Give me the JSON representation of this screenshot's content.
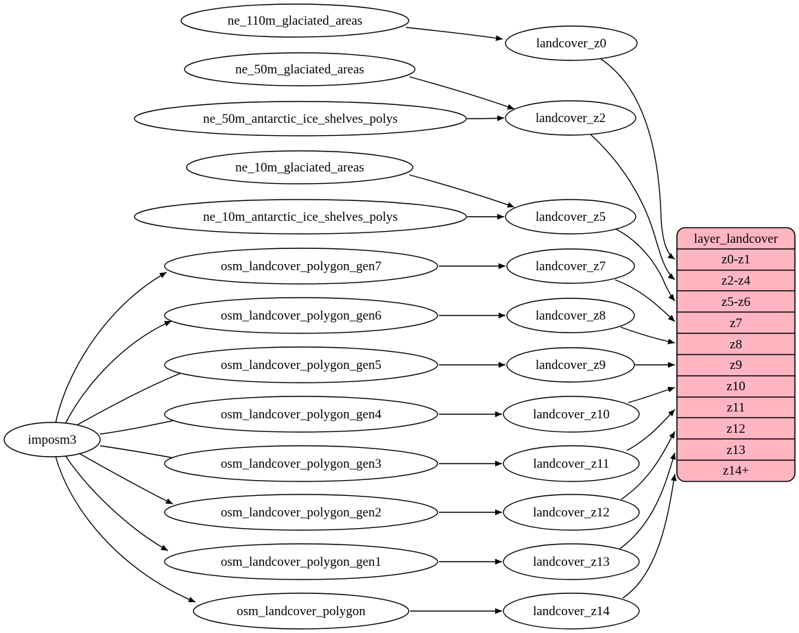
{
  "diagram": {
    "type": "graphviz-flow",
    "nodes": {
      "imposm3": "imposm3",
      "ne_110m_glaciated_areas": "ne_110m_glaciated_areas",
      "ne_50m_glaciated_areas": "ne_50m_glaciated_areas",
      "ne_50m_antarctic_ice_shelves_polys": "ne_50m_antarctic_ice_shelves_polys",
      "ne_10m_glaciated_areas": "ne_10m_glaciated_areas",
      "ne_10m_antarctic_ice_shelves_polys": "ne_10m_antarctic_ice_shelves_polys",
      "osm_landcover_polygon_gen7": "osm_landcover_polygon_gen7",
      "osm_landcover_polygon_gen6": "osm_landcover_polygon_gen6",
      "osm_landcover_polygon_gen5": "osm_landcover_polygon_gen5",
      "osm_landcover_polygon_gen4": "osm_landcover_polygon_gen4",
      "osm_landcover_polygon_gen3": "osm_landcover_polygon_gen3",
      "osm_landcover_polygon_gen2": "osm_landcover_polygon_gen2",
      "osm_landcover_polygon_gen1": "osm_landcover_polygon_gen1",
      "osm_landcover_polygon": "osm_landcover_polygon",
      "landcover_z0": "landcover_z0",
      "landcover_z2": "landcover_z2",
      "landcover_z5": "landcover_z5",
      "landcover_z7": "landcover_z7",
      "landcover_z8": "landcover_z8",
      "landcover_z9": "landcover_z9",
      "landcover_z10": "landcover_z10",
      "landcover_z11": "landcover_z11",
      "landcover_z12": "landcover_z12",
      "landcover_z13": "landcover_z13",
      "landcover_z14": "landcover_z14"
    },
    "table": {
      "title": "layer_landcover",
      "rows": [
        "z0-z1",
        "z2-z4",
        "z5-z6",
        "z7",
        "z8",
        "z9",
        "z10",
        "z11",
        "z12",
        "z13",
        "z14+"
      ]
    },
    "edges": [
      {
        "from": "ne_110m_glaciated_areas",
        "to": "landcover_z0"
      },
      {
        "from": "ne_50m_glaciated_areas",
        "to": "landcover_z2"
      },
      {
        "from": "ne_50m_antarctic_ice_shelves_polys",
        "to": "landcover_z2"
      },
      {
        "from": "ne_10m_glaciated_areas",
        "to": "landcover_z5"
      },
      {
        "from": "ne_10m_antarctic_ice_shelves_polys",
        "to": "landcover_z5"
      },
      {
        "from": "imposm3",
        "to": "osm_landcover_polygon_gen7"
      },
      {
        "from": "imposm3",
        "to": "osm_landcover_polygon_gen6"
      },
      {
        "from": "imposm3",
        "to": "osm_landcover_polygon_gen5"
      },
      {
        "from": "imposm3",
        "to": "osm_landcover_polygon_gen4"
      },
      {
        "from": "imposm3",
        "to": "osm_landcover_polygon_gen3"
      },
      {
        "from": "imposm3",
        "to": "osm_landcover_polygon_gen2"
      },
      {
        "from": "imposm3",
        "to": "osm_landcover_polygon_gen1"
      },
      {
        "from": "imposm3",
        "to": "osm_landcover_polygon"
      },
      {
        "from": "osm_landcover_polygon_gen7",
        "to": "landcover_z7"
      },
      {
        "from": "osm_landcover_polygon_gen6",
        "to": "landcover_z8"
      },
      {
        "from": "osm_landcover_polygon_gen5",
        "to": "landcover_z9"
      },
      {
        "from": "osm_landcover_polygon_gen4",
        "to": "landcover_z10"
      },
      {
        "from": "osm_landcover_polygon_gen3",
        "to": "landcover_z11"
      },
      {
        "from": "osm_landcover_polygon_gen2",
        "to": "landcover_z12"
      },
      {
        "from": "osm_landcover_polygon_gen1",
        "to": "landcover_z13"
      },
      {
        "from": "osm_landcover_polygon",
        "to": "landcover_z14"
      },
      {
        "from": "landcover_z0",
        "to": "layer_landcover.z0-z1"
      },
      {
        "from": "landcover_z2",
        "to": "layer_landcover.z2-z4"
      },
      {
        "from": "landcover_z5",
        "to": "layer_landcover.z5-z6"
      },
      {
        "from": "landcover_z7",
        "to": "layer_landcover.z7"
      },
      {
        "from": "landcover_z8",
        "to": "layer_landcover.z8"
      },
      {
        "from": "landcover_z9",
        "to": "layer_landcover.z9"
      },
      {
        "from": "landcover_z10",
        "to": "layer_landcover.z10"
      },
      {
        "from": "landcover_z11",
        "to": "layer_landcover.z11"
      },
      {
        "from": "landcover_z12",
        "to": "layer_landcover.z12"
      },
      {
        "from": "landcover_z13",
        "to": "layer_landcover.z13"
      },
      {
        "from": "landcover_z14",
        "to": "layer_landcover.z14+"
      }
    ],
    "colors": {
      "background": "#ffffff",
      "node_fill": "#ffffff",
      "node_stroke": "#000000",
      "edge_stroke": "#000000",
      "table_fill": "#ffb6c1",
      "text": "#000000"
    }
  }
}
